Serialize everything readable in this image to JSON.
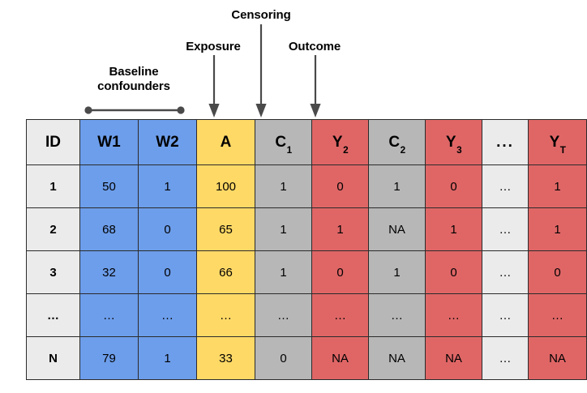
{
  "figure": {
    "type": "data-structure-diagram",
    "description": "Longitudinal dataset layout with baseline confounders, exposure, censoring and outcome columns"
  },
  "annotations": [
    {
      "id": "baseline-confounders",
      "label": "Baseline\nconfounders",
      "marker": "bracket",
      "targets": [
        "W1",
        "W2"
      ]
    },
    {
      "id": "exposure",
      "label": "Exposure",
      "marker": "arrow",
      "targets": [
        "A"
      ]
    },
    {
      "id": "censoring",
      "label": "Censoring",
      "marker": "arrow",
      "targets": [
        "C1"
      ]
    },
    {
      "id": "outcome",
      "label": "Outcome",
      "marker": "arrow",
      "targets": [
        "Y2"
      ]
    }
  ],
  "colors": {
    "blue": "#6d9eeb",
    "yellow": "#ffd966",
    "gray": "#b7b7b7",
    "red": "#e06666",
    "light_gray": "#ebebeb",
    "border": "#2b2b2b",
    "arrow": "#4a4a4a",
    "text": "#000000"
  },
  "table": {
    "columns": [
      {
        "key": "ID",
        "base": "ID",
        "sub": "",
        "color": "light"
      },
      {
        "key": "W1",
        "base": "W1",
        "sub": "",
        "color": "blue"
      },
      {
        "key": "W2",
        "base": "W2",
        "sub": "",
        "color": "blue"
      },
      {
        "key": "A",
        "base": "A",
        "sub": "",
        "color": "yellow"
      },
      {
        "key": "C1",
        "base": "C",
        "sub": "1",
        "color": "gray"
      },
      {
        "key": "Y2",
        "base": "Y",
        "sub": "2",
        "color": "red"
      },
      {
        "key": "C2",
        "base": "C",
        "sub": "2",
        "color": "gray"
      },
      {
        "key": "Y3",
        "base": "Y",
        "sub": "3",
        "color": "red"
      },
      {
        "key": "DOTS",
        "base": "...",
        "sub": "",
        "color": "light"
      },
      {
        "key": "YT",
        "base": "Y",
        "sub": "T",
        "color": "red"
      }
    ],
    "rows": [
      {
        "cells": [
          "1",
          "50",
          "1",
          "100",
          "1",
          "0",
          "1",
          "0",
          "…",
          "1"
        ]
      },
      {
        "cells": [
          "2",
          "68",
          "0",
          "65",
          "1",
          "1",
          "NA",
          "1",
          "…",
          "1"
        ]
      },
      {
        "cells": [
          "3",
          "32",
          "0",
          "66",
          "1",
          "0",
          "1",
          "0",
          "…",
          "0"
        ]
      },
      {
        "cells": [
          "…",
          "…",
          "…",
          "…",
          "…",
          "…",
          "…",
          "…",
          "…",
          "…"
        ]
      },
      {
        "cells": [
          "N",
          "79",
          "1",
          "33",
          "0",
          "NA",
          "NA",
          "NA",
          "…",
          "NA"
        ]
      }
    ]
  }
}
